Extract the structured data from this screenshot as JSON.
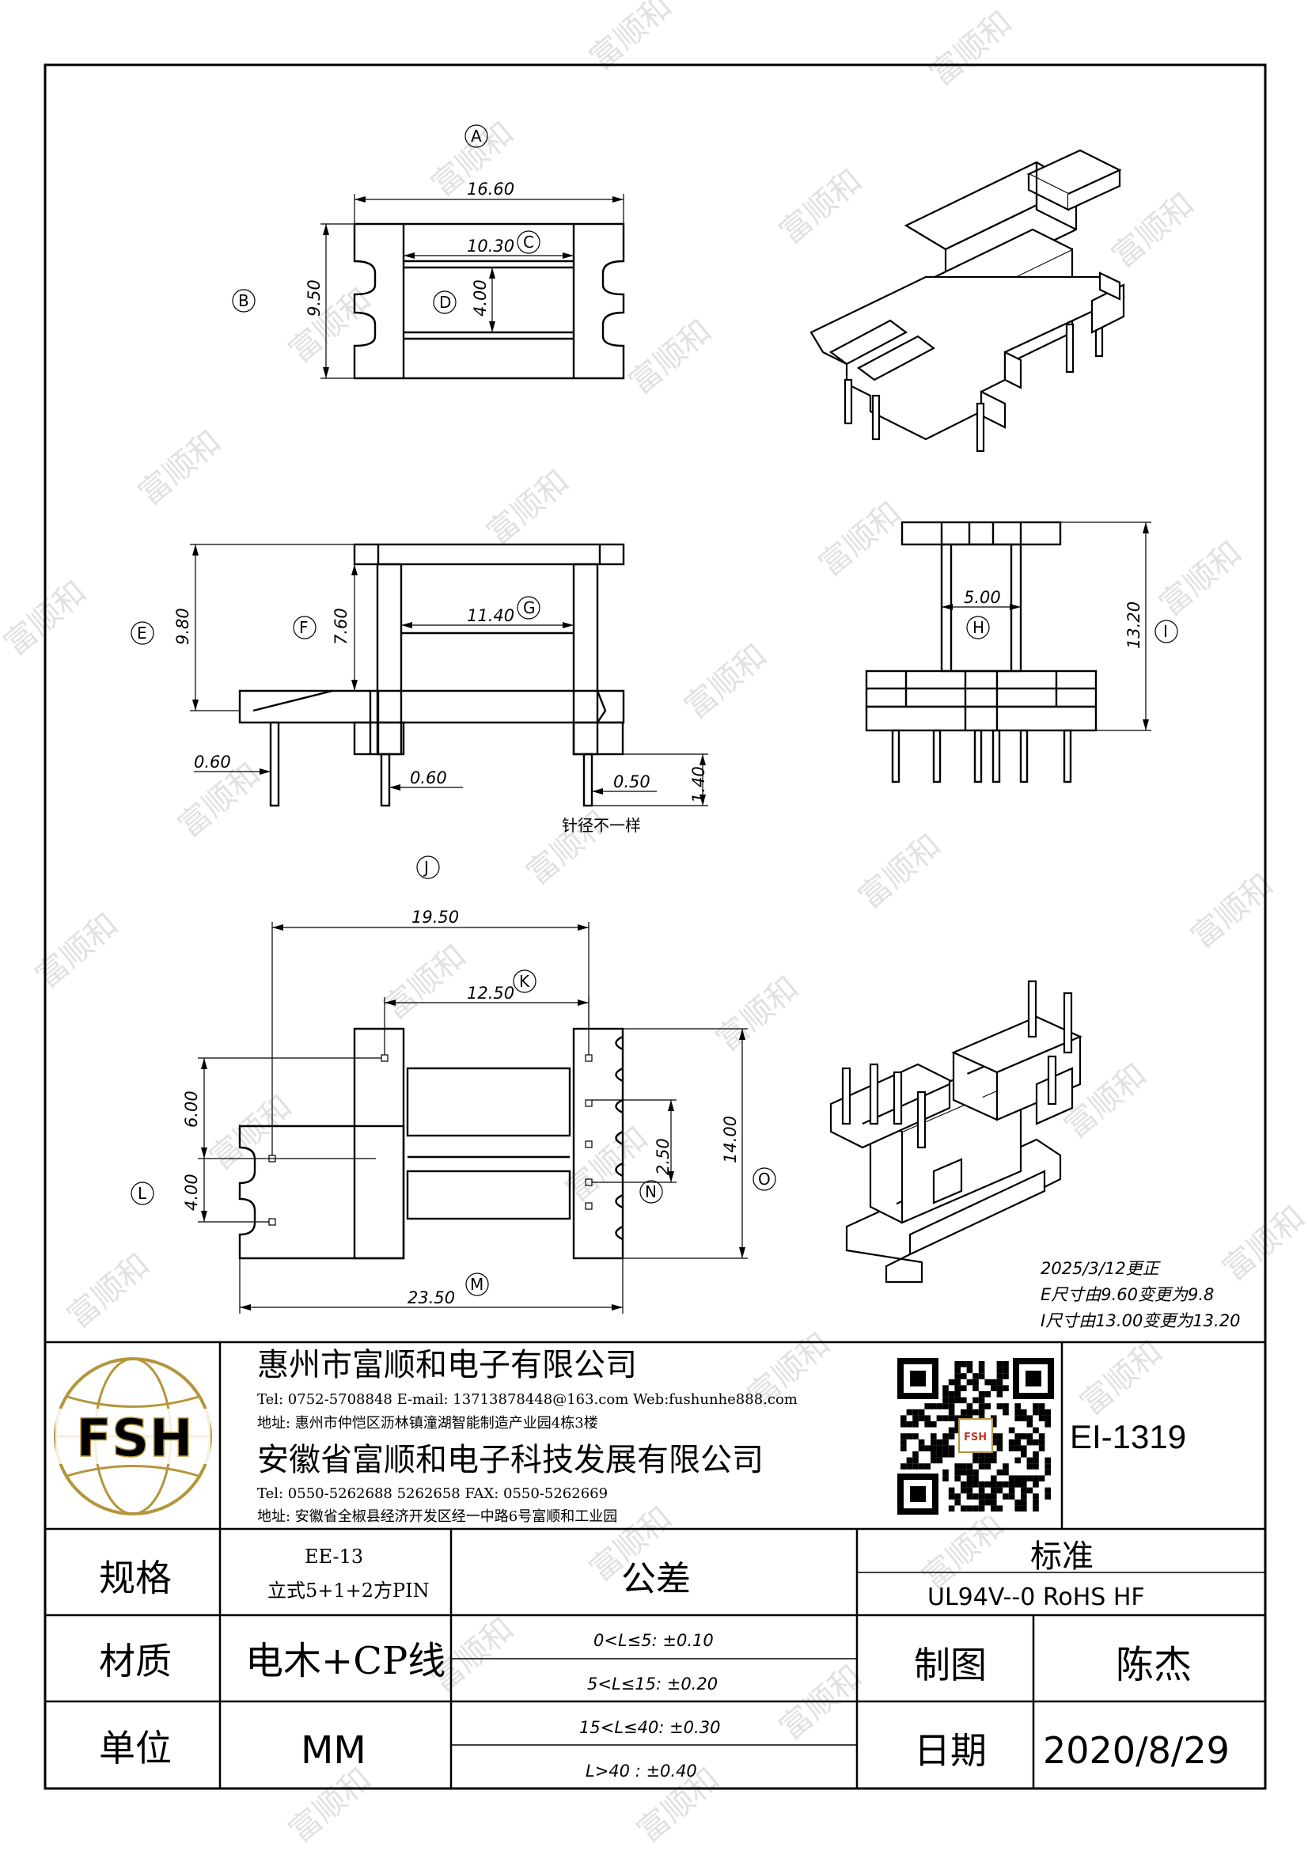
{
  "drawing": {
    "part_number": "EI-1319",
    "pin_note": "针径不一样",
    "revision": {
      "date_line": "2025/3/12更正",
      "line1": "E尺寸由9.60变更为9.8",
      "line2": "I尺寸由13.00变更为13.20"
    },
    "labels": [
      "A",
      "B",
      "C",
      "D",
      "E",
      "F",
      "G",
      "H",
      "I",
      "J",
      "K",
      "L",
      "M",
      "N",
      "O"
    ],
    "dims": {
      "a": "16.60",
      "b": "9.50",
      "c": "10.30",
      "d": "4.00",
      "e": "9.80",
      "f": "7.60",
      "g": "11.40",
      "p1": "0.60",
      "p2": "0.60",
      "p3": "0.50",
      "p4": "1.40",
      "h": "5.00",
      "i": "13.20",
      "j": "19.50",
      "k": "12.50",
      "l1": "6.00",
      "l2": "4.00",
      "m": "23.50",
      "n": "2.50",
      "o": "14.00"
    }
  },
  "company": {
    "logo_text": "FSH",
    "name1": "惠州市富顺和电子有限公司",
    "contact1": "Tel:  0752-5708848   E-mail: 13713878448@163.com   Web:fushunhe888.com",
    "addr1": "地址:  惠州市仲恺区沥林镇潼湖智能制造产业园4栋3楼",
    "name2": "安徽省富顺和电子科技发展有限公司",
    "contact2": "Tel:   0550-5262688  5262658        FAX: 0550-5262669",
    "addr2": "地址:  安徽省全椒县经济开发区经一中路6号富顺和工业园",
    "qr_badge": "FSH"
  },
  "table": {
    "spec_label": "规格",
    "spec_value_1": "EE-13",
    "spec_value_2": "立式5+1+2方PIN",
    "tolerance_label": "公差",
    "standard_label": "标准",
    "standard_value": "UL94V--0   RoHS  HF",
    "material_label": "材质",
    "material_value": "电木+CP线",
    "unit_label": "单位",
    "unit_value": "MM",
    "tol1": "0<L≤5: ±0.10",
    "tol2": "5<L≤15: ±0.20",
    "tol3": "15<L≤40: ±0.30",
    "tol4": "L>40 :   ±0.40",
    "drawn_label": "制图",
    "drawn_value": "陈杰",
    "date_label": "日期",
    "date_value": "2020/8/29"
  },
  "watermark": "富顺和"
}
